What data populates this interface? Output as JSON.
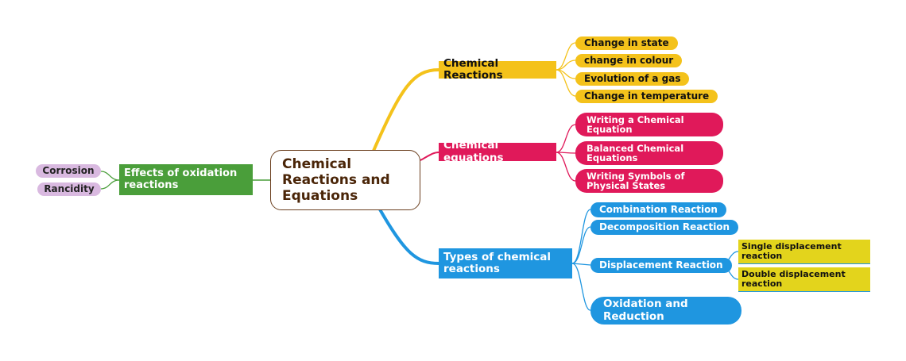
{
  "diagram": {
    "center": "Chemical Reactions and Equations",
    "left_branch": {
      "label": "Effects of oxidation reactions",
      "color": "#4a9e3a",
      "children": [
        "Corrosion",
        "Rancidity"
      ],
      "child_color": "#d9b9e0"
    },
    "branches": [
      {
        "label": "Chemical Reactions",
        "color": "#f4c21b",
        "children": [
          "Change in state",
          "change in colour",
          "Evolution of a gas",
          "Change in temperature"
        ]
      },
      {
        "label": "Chemical equations",
        "color": "#e0195a",
        "children": [
          "Writing a Chemical Equation",
          "Balanced Chemical Equations",
          "Writing Symbols of Physical States"
        ]
      },
      {
        "label": "Types of chemical reactions",
        "color": "#1f96e0",
        "children": [
          "Combination Reaction",
          "Decomposition Reaction",
          {
            "label": "Displacement Reaction",
            "children": [
              "Single displacement reaction",
              "Double displacement reaction"
            ],
            "child_color": "#e3d41c"
          },
          "Oxidation and Reduction"
        ]
      }
    ],
    "connector_color_center": "#6b3f1f"
  }
}
